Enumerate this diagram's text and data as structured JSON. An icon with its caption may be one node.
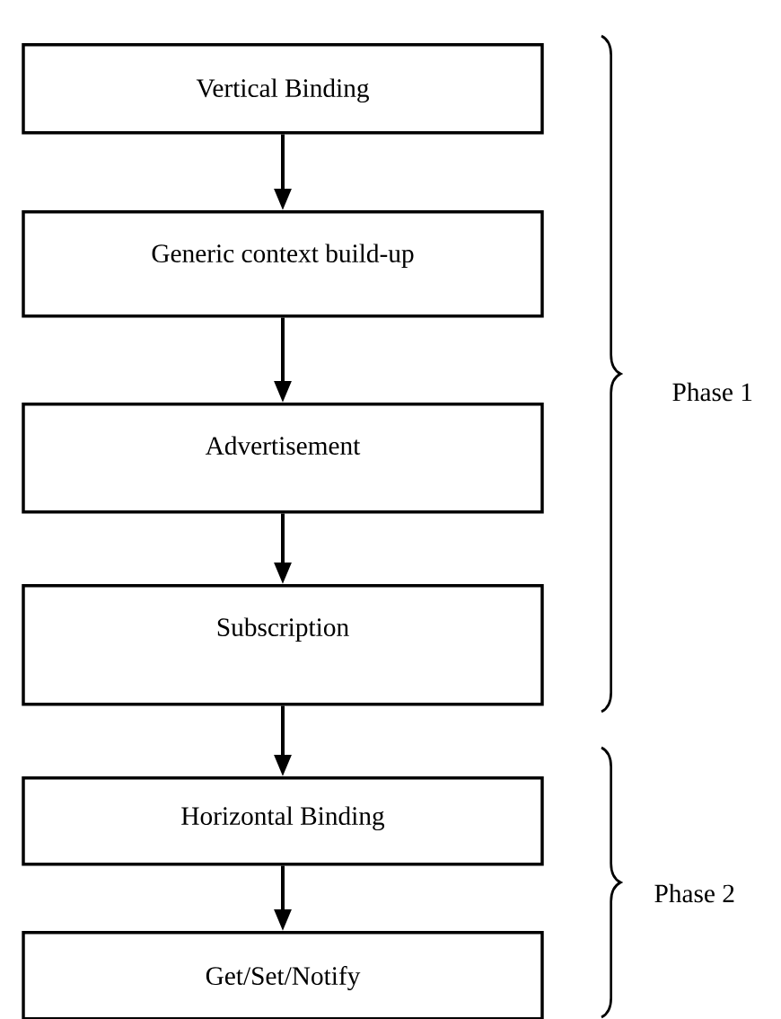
{
  "diagram": {
    "nodes": [
      {
        "text": [
          "Vertical Binding"
        ]
      },
      {
        "text": [
          "Generic context build-up"
        ]
      },
      {
        "text": [
          "Advertisement"
        ]
      },
      {
        "text": [
          "Subscription"
        ]
      },
      {
        "text": [
          "Horizontal Binding"
        ]
      },
      {
        "text": [
          "Get/Set/Notify"
        ]
      }
    ],
    "edges": [
      {
        "from": 0,
        "to": 1,
        "arrow": "to"
      },
      {
        "from": 1,
        "to": 2,
        "arrow": "to"
      },
      {
        "from": 2,
        "to": 3,
        "arrow": "to"
      },
      {
        "from": 3,
        "to": 4,
        "arrow": "to"
      },
      {
        "from": 4,
        "to": 5,
        "arrow": "to"
      }
    ],
    "labels": [
      "Phase 1",
      "Phase 2"
    ]
  }
}
